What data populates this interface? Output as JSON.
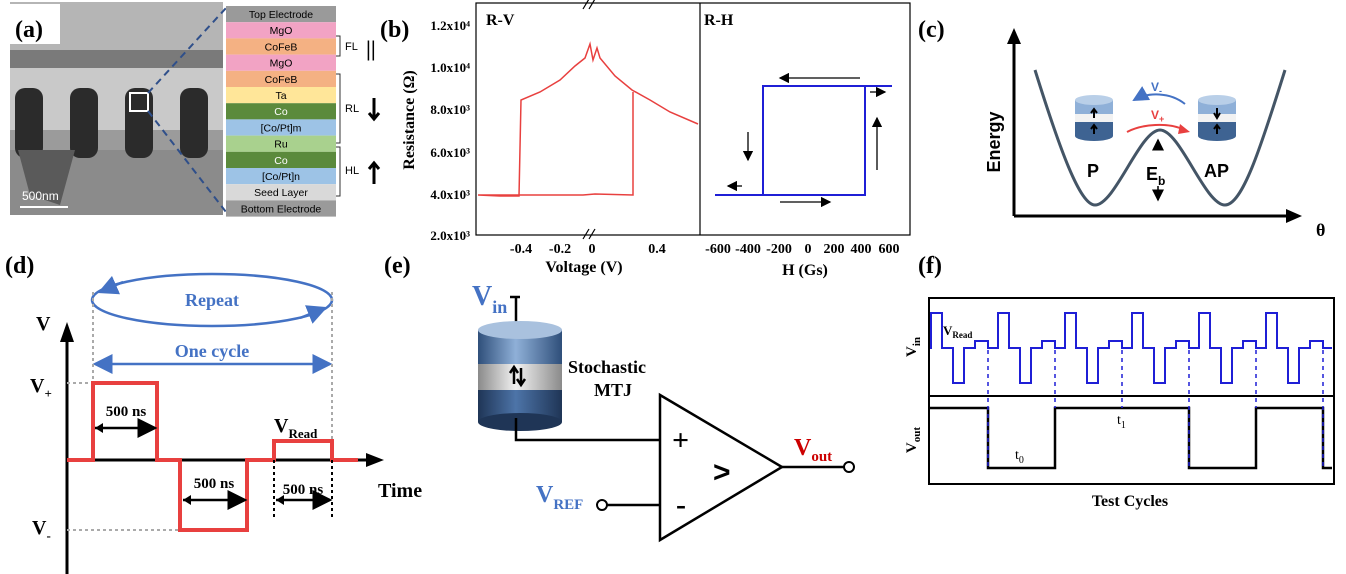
{
  "panels": {
    "a": {
      "label": "(a)",
      "scale_bar": "500nm",
      "layers": [
        "Top Electrode",
        "MgO",
        "CoFeB",
        "MgO",
        "CoFeB",
        "Ta",
        "Co",
        "[Co/Pt]m",
        "Ru",
        "Co",
        "[Co/Pt]n",
        "Seed Layer",
        "Bottom Electrode"
      ],
      "layer_colors": [
        "#9a9a9a",
        "#f2a3c4",
        "#f4b183",
        "#f2a3c4",
        "#f4b183",
        "#ffe699",
        "#5b8a3c",
        "#9dc3e6",
        "#a9d18e",
        "#5b8a3c",
        "#9dc3e6",
        "#d9d9d9",
        "#9a9a9a"
      ],
      "groups": {
        "fl": "FL",
        "rl": "RL",
        "hl": "HL"
      }
    },
    "b": {
      "label": "(b)",
      "left_title": "R-V",
      "right_title": "R-H",
      "ylabel": "Resistance (Ω)",
      "xlabel_left": "Voltage (V)",
      "xlabel_right": "H (Gs)",
      "yticks": [
        "2.0x10³",
        "4.0x10³",
        "6.0x10³",
        "8.0x10³",
        "1.0x10⁴",
        "1.2x10⁴"
      ],
      "xticks_left": [
        "-0.4",
        "-0.2",
        "0",
        "0.4"
      ],
      "xticks_right": [
        "-600",
        "-400",
        "-200",
        "0",
        "200",
        "400",
        "600"
      ]
    },
    "c": {
      "label": "(c)",
      "ylabel": "Energy",
      "xlabel": "θ",
      "state_p": "P",
      "state_ap": "AP",
      "barrier": "E",
      "barrier_sub": "b",
      "v_minus": "V",
      "v_minus_sub": "-",
      "v_plus": "V",
      "v_plus_sub": "+"
    },
    "d": {
      "label": "(d)",
      "v_axis": "V",
      "time_axis": "Time",
      "repeat": "Repeat",
      "one_cycle": "One cycle",
      "v_plus": "V",
      "v_plus_sub": "+",
      "v_minus": "V",
      "v_minus_sub": "-",
      "v_read": "V",
      "v_read_sub": "Read",
      "dur1": "500 ns",
      "dur2": "500 ns",
      "dur3": "500 ns"
    },
    "e": {
      "label": "(e)",
      "vin": "V",
      "vin_sub": "in",
      "device1": "Stochastic",
      "device2": "MTJ",
      "plus": "+",
      "minus": "-",
      "comparator": ">",
      "vout": "V",
      "vout_sub": "out",
      "vref": "V",
      "vref_sub": "REF"
    },
    "f": {
      "label": "(f)",
      "ylabel_top": "V",
      "ylabel_top_sub": "in",
      "ylabel_bottom": "V",
      "ylabel_bottom_sub": "out",
      "vread": "V",
      "vread_sub": "Read",
      "t0": "t",
      "t0_sub": "0",
      "t1": "t",
      "t1_sub": "1",
      "xlabel": "Test Cycles"
    }
  },
  "colors": {
    "red": "#e8403f",
    "blue": "#1f1fd6",
    "lightblue": "#4472c4",
    "darkred": "#cc0000",
    "curve": "#445566"
  }
}
